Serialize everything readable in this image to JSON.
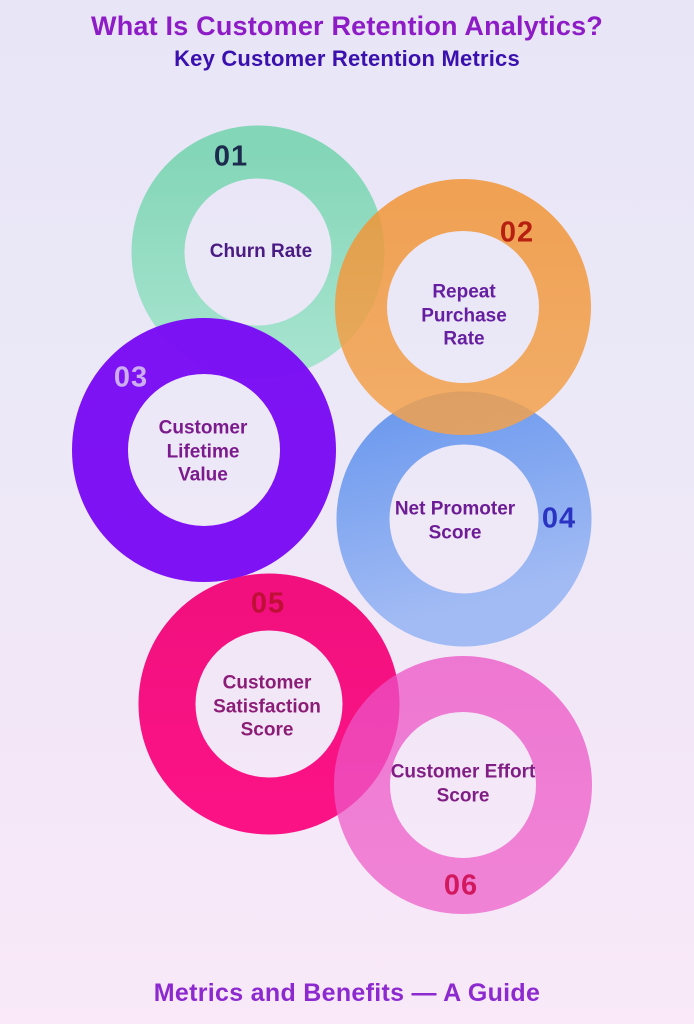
{
  "header": {
    "title": "What Is Customer Retention Analytics?",
    "subtitle": "Key Customer Retention Metrics"
  },
  "footer": {
    "caption": "Metrics and Benefits — A Guide"
  },
  "colors": {
    "title": "#8e1cc6",
    "subtitle": "#3a10ae",
    "footer": "#8c2ad0",
    "background_top": "#e8e5f7",
    "background_bottom": "#f9e9f9"
  },
  "metrics": [
    {
      "number": "01",
      "label": "Churn Rate",
      "ring_color": "#84d6b8",
      "ring_color2": "#a5e3ce",
      "number_color": "#1c2b4d",
      "label_color": "#4b1b84"
    },
    {
      "number": "02",
      "label": "Repeat Purchase Rate",
      "ring_color": "#f19435",
      "ring_color2": "#f3a14b",
      "number_color": "#b71f10",
      "label_color": "#661fa1"
    },
    {
      "number": "03",
      "label": "Customer Lifetime Value",
      "ring_color": "#7a0cf4",
      "ring_color2": "#7a0cf4",
      "number_color": "#cdaef2",
      "label_color": "#7b1b8e"
    },
    {
      "number": "04",
      "label": "Net Promoter Score",
      "ring_color": "#6d9aee",
      "ring_color2": "#a2bbf4",
      "number_color": "#2b33c3",
      "label_color": "#6d1c96"
    },
    {
      "number": "05",
      "label": "Customer Satisfaction Score",
      "ring_color": "#f2107e",
      "ring_color2": "#fb1386",
      "number_color": "#c00f36",
      "label_color": "#8c1d77"
    },
    {
      "number": "06",
      "label": "Customer Effort Score",
      "ring_color": "#ec51c5",
      "ring_color2": "#ee5fc9",
      "number_color": "#d2195f",
      "label_color": "#811e85"
    }
  ]
}
